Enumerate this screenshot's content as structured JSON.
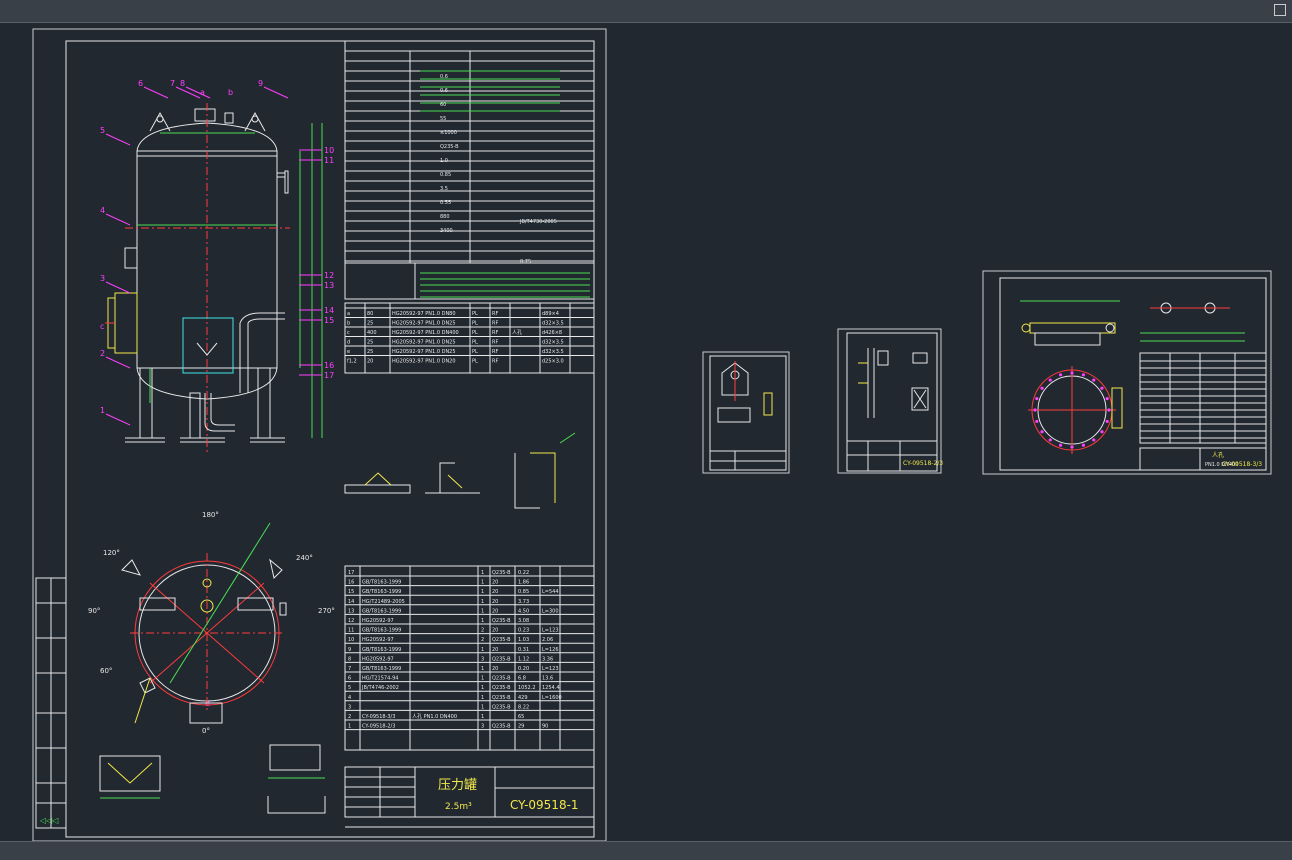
{
  "window": {
    "top_bar": "",
    "bottom_bar": ""
  },
  "main_drawing": {
    "title": "压力罐",
    "subtitle": "2.5m³",
    "drawing_number": "CY-09518-1",
    "angle_labels": [
      "180°",
      "120°",
      "240°",
      "90°",
      "270°",
      "60°",
      "0°"
    ],
    "nozzle_letters": [
      "a",
      "b",
      "c",
      "d"
    ],
    "part_callouts_left": [
      "6",
      "7",
      "8",
      "9",
      "5",
      "4",
      "3",
      "2",
      "1"
    ],
    "part_callouts_right": [
      "10",
      "11",
      "12",
      "13",
      "14",
      "15",
      "16",
      "17"
    ],
    "nozzle_table": {
      "rows": [
        [
          "a",
          "80",
          "HG20592-97 PN1.0 DN80",
          "PL",
          "RF",
          "",
          "d89×4"
        ],
        [
          "b",
          "25",
          "HG20592-97 PN1.0 DN25",
          "PL",
          "RF",
          "",
          "d32×3.5"
        ],
        [
          "c",
          "400",
          "HG20592-97 PN1.0 DN400",
          "PL",
          "RF",
          "人孔",
          "d426×8"
        ],
        [
          "d",
          "25",
          "HG20592-97 PN1.0 DN25",
          "PL",
          "RF",
          "",
          "d32×3.5"
        ],
        [
          "e",
          "25",
          "HG20592-97 PN1.0 DN25",
          "PL",
          "RF",
          "",
          "d32×3.5"
        ],
        [
          "f1,2",
          "20",
          "HG20592-97 PN1.0 DN20",
          "PL",
          "RF",
          "",
          "d25×3.0"
        ]
      ]
    },
    "design_params": {
      "pressure_1": "0.6",
      "pressure_2": "0.6",
      "temp_1": "60",
      "temp_2": "55",
      "volume": "≤1000",
      "material": "Q235-B",
      "allowance": "1.0",
      "weld_coeff": "0.85",
      "area": "3.5",
      "test_pressure": "0.55",
      "weight_1": "880",
      "weight_2": "3400",
      "standard_ref": "JB/T4730-2005",
      "ratio": "0.75"
    },
    "parts_list": {
      "rows": [
        [
          "17",
          "",
          "",
          "1",
          "Q235-B",
          "0.22",
          ""
        ],
        [
          "16",
          "GB/T8163-1999",
          "",
          "1",
          "20",
          "1.86",
          ""
        ],
        [
          "15",
          "GB/T8163-1999",
          "",
          "1",
          "20",
          "0.85",
          "L=544"
        ],
        [
          "14",
          "HG/T21489-2005",
          "",
          "1",
          "20",
          "3.73",
          ""
        ],
        [
          "13",
          "GB/T8163-1999",
          "",
          "1",
          "20",
          "4.50",
          "L=300"
        ],
        [
          "12",
          "HG20592-97",
          "",
          "1",
          "Q235-B",
          "3.08",
          ""
        ],
        [
          "11",
          "GB/T8163-1999",
          "",
          "2",
          "20",
          "0.23",
          "L=123"
        ],
        [
          "10",
          "HG20592-97",
          "",
          "2",
          "Q235-B",
          "1.03",
          "2.06"
        ],
        [
          "9",
          "GB/T8163-1999",
          "",
          "1",
          "20",
          "0.31",
          "L=126"
        ],
        [
          "8",
          "HG20592-97",
          "",
          "3",
          "Q235-B",
          "1.12",
          "3.36"
        ],
        [
          "7",
          "GB/T8163-1999",
          "",
          "1",
          "20",
          "0.20",
          "L=123"
        ],
        [
          "6",
          "HG/T21574-94",
          "",
          "1",
          "Q235-B",
          "6.8",
          "13.6"
        ],
        [
          "5",
          "JB/T4746-2002",
          "",
          "1",
          "Q235-B",
          "1052.2",
          "1254.4"
        ],
        [
          "4",
          "",
          "",
          "1",
          "Q235-B",
          "429",
          "L=1600"
        ],
        [
          "3",
          "",
          "",
          "1",
          "Q235-B",
          "8.22",
          ""
        ],
        [
          "2",
          "CY-09518-3/3",
          "人孔 PN1.0 DN400",
          "1",
          "",
          "65",
          ""
        ],
        [
          "1",
          "CY-09518-2/3",
          "",
          "3",
          "Q235-B",
          "29",
          "90"
        ]
      ]
    }
  },
  "detail_sheets": [
    {
      "drawing_number": ""
    },
    {
      "drawing_number": "CY-09518-2/3"
    },
    {
      "title": "人孔",
      "subtitle": "PN1.0 DN400",
      "drawing_number": "CY-09518-3/3"
    }
  ]
}
